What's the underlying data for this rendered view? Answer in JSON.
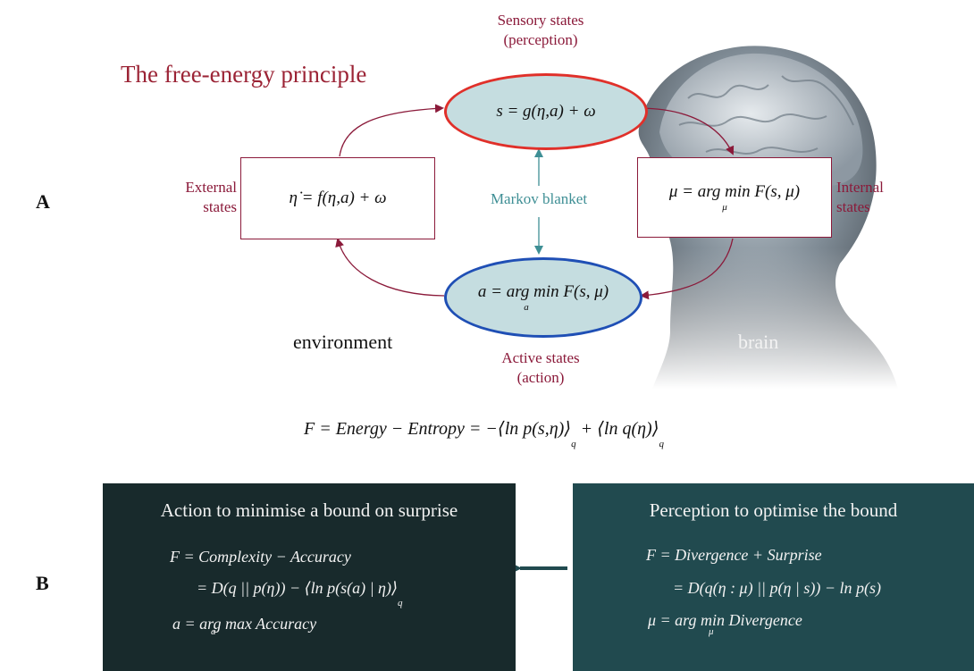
{
  "panel_a": {
    "letter": "A",
    "title": "The free-energy principle",
    "sensory_label_line1": "Sensory states",
    "sensory_label_line2": "(perception)",
    "sensory_eq": "s = g(η,a) + ω",
    "external_label_line1": "External",
    "external_label_line2": "states",
    "external_eq": "η̇ = f(η,a) + ω",
    "internal_label_line1": "Internal",
    "internal_label_line2": "states",
    "internal_eq": "μ = arg min F(s, μ)",
    "internal_eq_sub": "μ",
    "markov_blanket": "Markov blanket",
    "active_eq": "a = arg min F(s, μ)",
    "active_eq_sub": "a",
    "active_label_line1": "Active states",
    "active_label_line2": "(action)",
    "environment": "environment",
    "brain": "brain",
    "free_energy_eq": "F = Energy − Entropy = −⟨ln p(s,η)⟩",
    "free_energy_eq_sub1": "q",
    "free_energy_eq_mid": " + ⟨ln q(η)⟩",
    "free_energy_eq_sub2": "q"
  },
  "panel_b": {
    "letter": "B",
    "left": {
      "title": "Action to minimise a bound on surprise",
      "line1": "F = Complexity − Accuracy",
      "line2": "= D(q || p(η)) − ⟨ln p(s(a) | η)⟩",
      "line2_sub": "q",
      "line3": "a = arg max Accuracy",
      "line3_sub": "a"
    },
    "right": {
      "title": "Perception to optimise the bound",
      "line1": "F = Divergence + Surprise",
      "line2": "= D(q(η : μ) || p(η | s)) − ln p(s)",
      "line3": "μ = arg min Divergence",
      "line3_sub": "μ"
    }
  },
  "colors": {
    "maroon": "#8b1a3a",
    "teal_text": "#3f8f95",
    "ellipse_fill": "#c5dde0",
    "sensory_border": "#e0302a",
    "active_border": "#1f4fb5",
    "panel_left": "#182a2c",
    "panel_right": "#214a4f"
  }
}
